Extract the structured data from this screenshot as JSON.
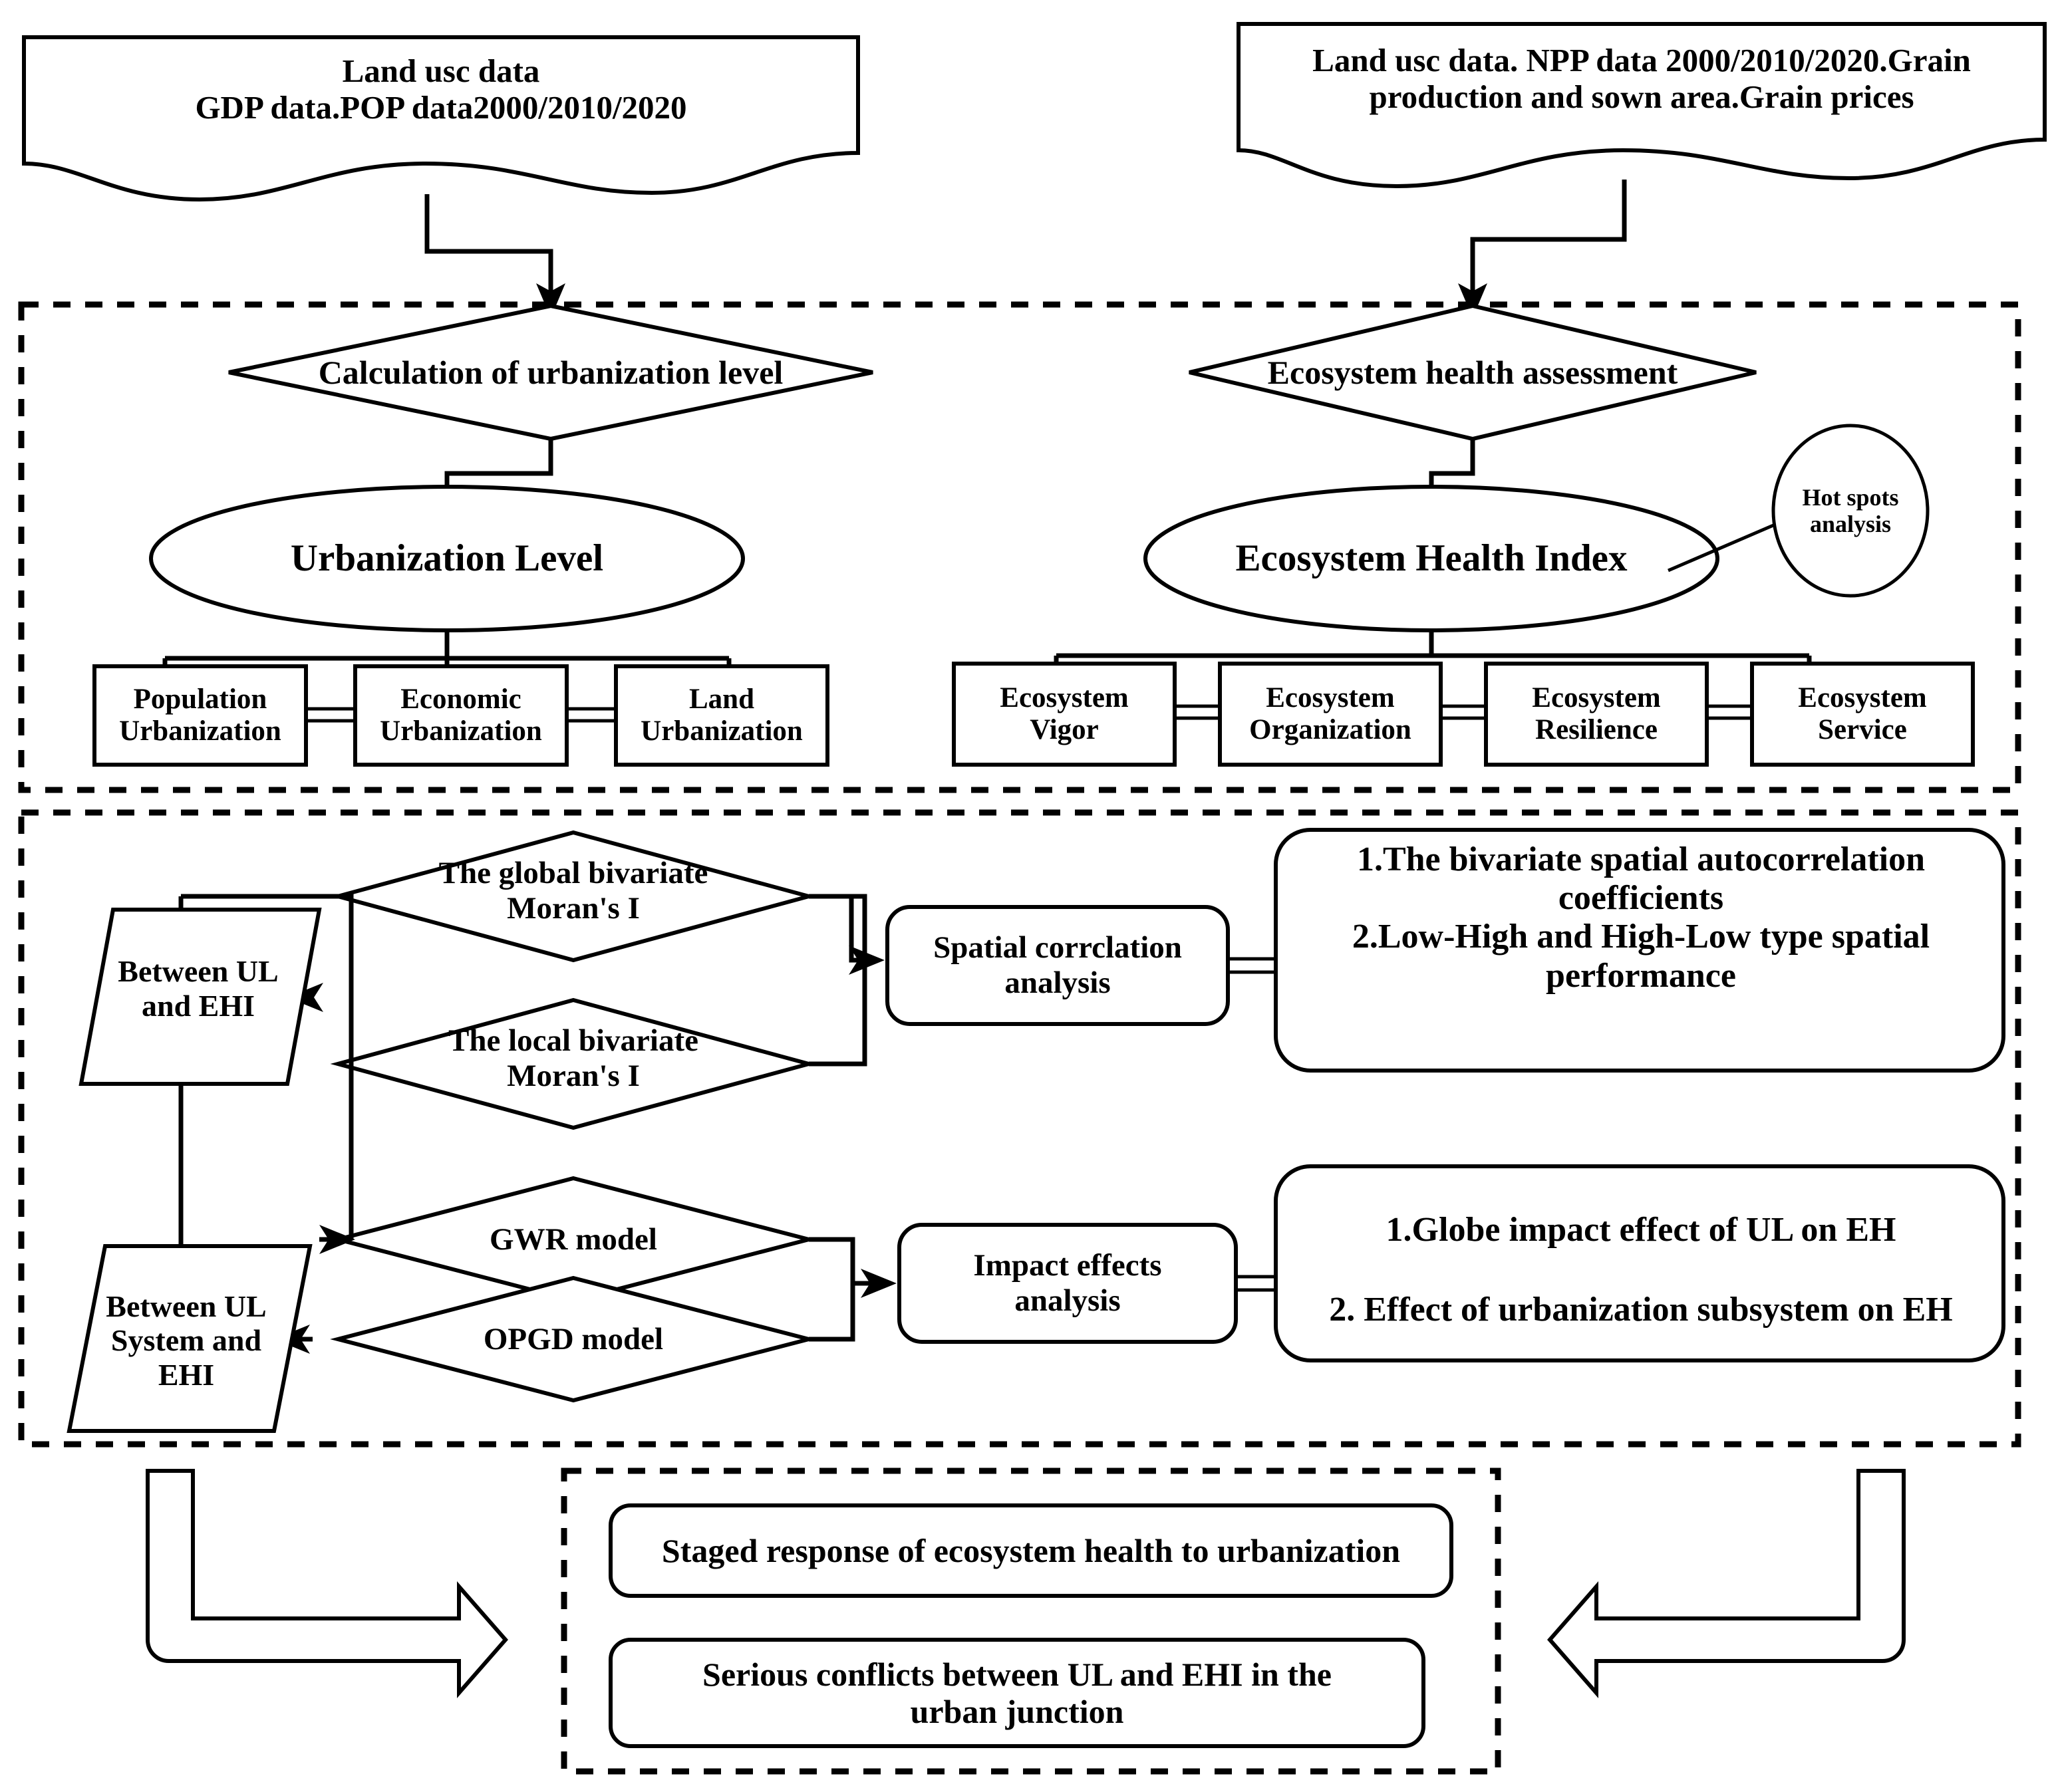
{
  "diagram": {
    "title": "Research framework: urbanization level and ecosystem health",
    "stroke_color": "#000000",
    "fill_color": "#ffffff"
  },
  "sources": [
    {
      "id": "source-landuse-gdp-pop",
      "text": "Land usc data\nGDP data.POP data2000/2010/2020"
    },
    {
      "id": "source-landuse-npp-grain",
      "text": "Land usc data. NPP data 2000/2010/2020.Grain\nproduction and sown area.Grain prices"
    }
  ],
  "section_one": {
    "decisions": [
      {
        "id": "decision-urbanization",
        "text": "Calculation of urbanization level"
      },
      {
        "id": "decision-ecosystem",
        "text": "Ecosystem health assessment"
      }
    ],
    "indices": [
      {
        "id": "index-urbanization-level",
        "text": "Urbanization Level"
      },
      {
        "id": "index-ecosystem-health",
        "text": "Ecosystem Health Index"
      }
    ],
    "hotspot": {
      "id": "hot-spots-analysis",
      "text": "Hot spots\nanalysis"
    },
    "urbanization_subsystems": [
      {
        "id": "sub-population-urbanization",
        "text": "Population\nUrbanization"
      },
      {
        "id": "sub-economic-urbanization",
        "text": "Economic\nUrbanization"
      },
      {
        "id": "sub-land-urbanization",
        "text": "Land\nUrbanization"
      }
    ],
    "ecosystem_subsystems": [
      {
        "id": "sub-ecosystem-vigor",
        "text": "Ecosystem\nVigor"
      },
      {
        "id": "sub-ecosystem-organization",
        "text": "Ecosystem\nOrganization"
      },
      {
        "id": "sub-ecosystem-resilience",
        "text": "Ecosystem\nResilience"
      },
      {
        "id": "sub-ecosystem-service",
        "text": "Ecosystem\nService"
      }
    ]
  },
  "section_two": {
    "methods": [
      {
        "id": "method-global-moran",
        "text": "The global bivariate\nMoran's I"
      },
      {
        "id": "method-local-moran",
        "text": "The local bivariate\nMoran's I"
      },
      {
        "id": "method-gwr",
        "text": "GWR model"
      },
      {
        "id": "method-opgd",
        "text": "OPGD model"
      }
    ],
    "scopes": [
      {
        "id": "scope-ul-ehi",
        "text": "Between UL\nand EHI"
      },
      {
        "id": "scope-ul-system-ehi",
        "text": "Between UL\nSystem and\nEHI"
      }
    ],
    "analyses": [
      {
        "id": "analysis-spatial-correlation",
        "text": "Spatial corrclation\nanalysis"
      },
      {
        "id": "analysis-impact-effects",
        "text": "Impact effects\nanalysis"
      }
    ],
    "outcomes": [
      {
        "id": "outcome-spatial-correlation",
        "text": "1.The bivariate spatial autocorrelation\ncoefficients\n2.Low-High and High-Low type spatial\nperformance"
      },
      {
        "id": "outcome-impact-effects",
        "line1": "1.Globe impact effect of UL on EH",
        "line2": "2. Effect of urbanization subsystem on EH"
      }
    ]
  },
  "section_three": {
    "conclusions": [
      {
        "id": "conclusion-staged-response",
        "text": "Staged response of ecosystem health to urbanization"
      },
      {
        "id": "conclusion-serious-conflicts",
        "text": "Serious conflicts between UL and EHI in the\nurban junction"
      }
    ]
  }
}
